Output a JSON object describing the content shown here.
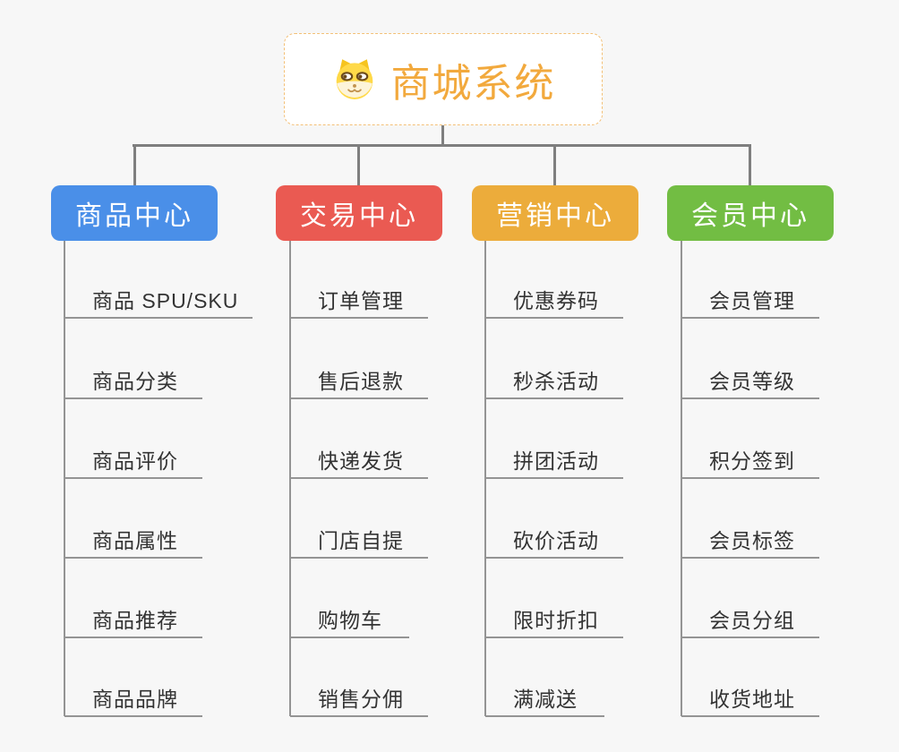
{
  "root": {
    "label": "商城系统",
    "icon": "shiba-dog-icon"
  },
  "branches": [
    {
      "label": "商品中心",
      "color": "#4A8FE8",
      "items": [
        "商品 SPU/SKU",
        "商品分类",
        "商品评价",
        "商品属性",
        "商品推荐",
        "商品品牌"
      ]
    },
    {
      "label": "交易中心",
      "color": "#EA5A52",
      "items": [
        "订单管理",
        "售后退款",
        "快递发货",
        "门店自提",
        "购物车",
        "销售分佣"
      ]
    },
    {
      "label": "营销中心",
      "color": "#ECAC3B",
      "items": [
        "优惠券码",
        "秒杀活动",
        "拼团活动",
        "砍价活动",
        "限时折扣",
        "满减送"
      ]
    },
    {
      "label": "会员中心",
      "color": "#72BD43",
      "items": [
        "会员管理",
        "会员等级",
        "积分签到",
        "会员标签",
        "会员分组",
        "收货地址"
      ]
    }
  ],
  "colors": {
    "background": "#F7F7F7",
    "connector": "#7F7F7F",
    "leaf_line": "#949494",
    "leaf_text": "#333333",
    "root_text": "#F2A93D",
    "root_border": "#F3C077",
    "root_background": "#FFFFFF"
  }
}
